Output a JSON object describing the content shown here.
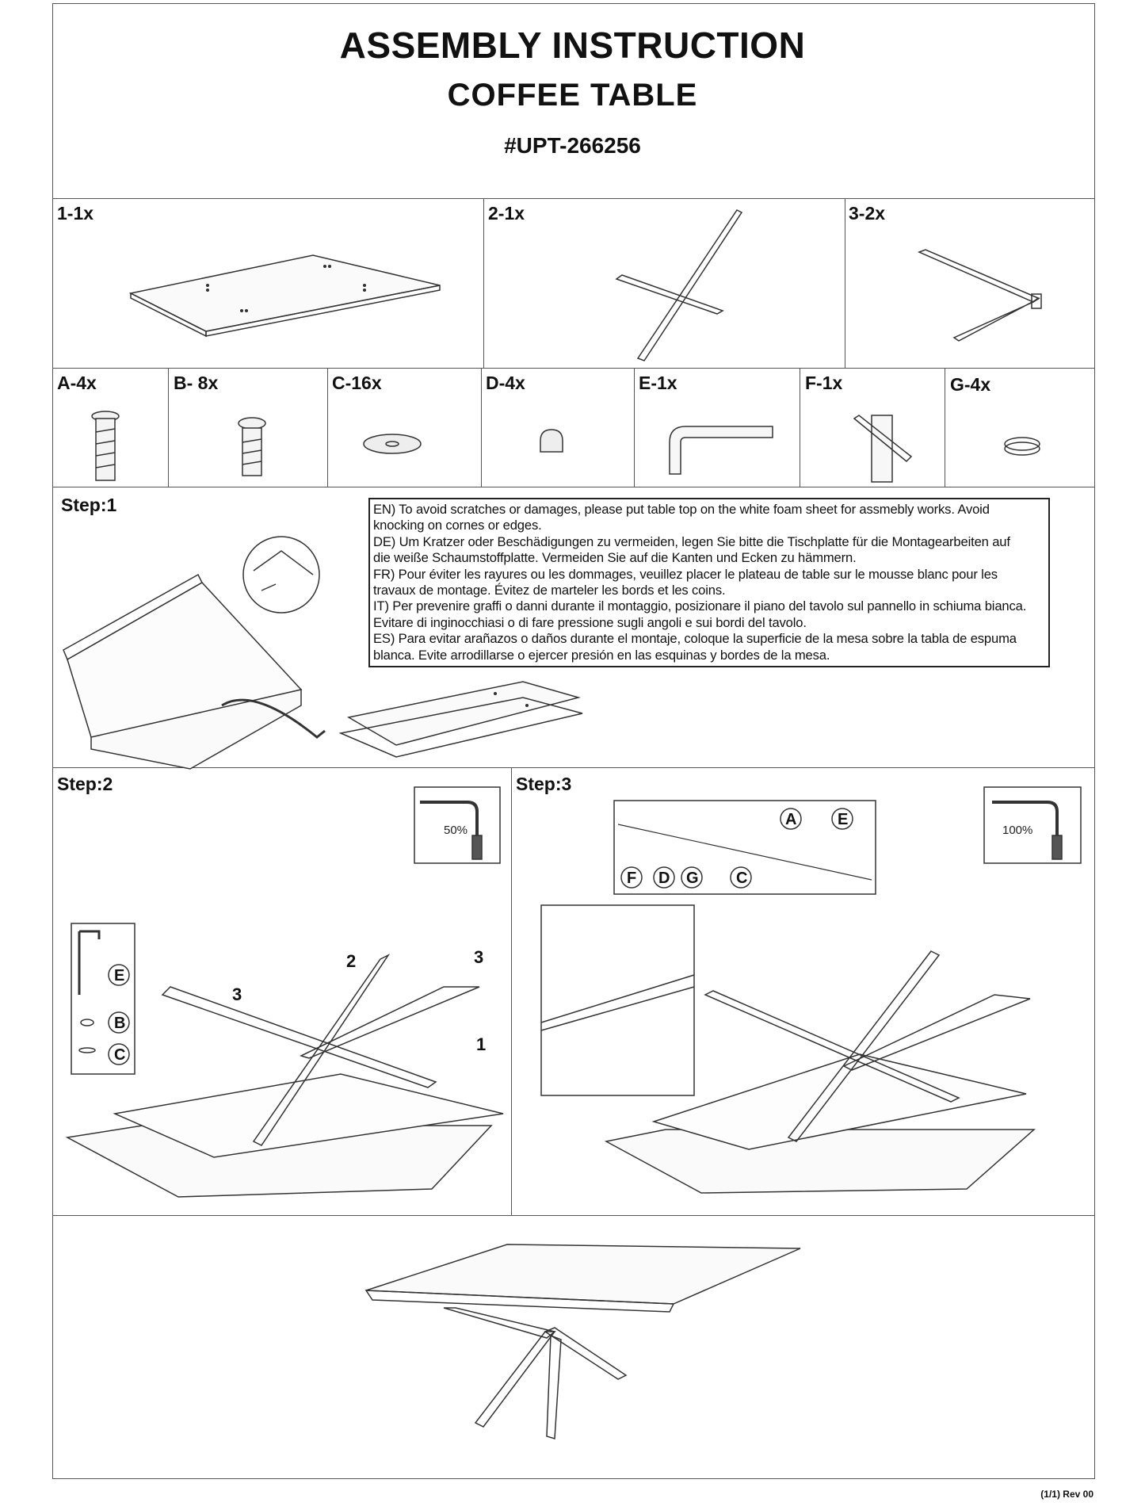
{
  "header": {
    "title": "ASSEMBLY INSTRUCTION",
    "product": "COFFEE  TABLE",
    "model": "#UPT-266256"
  },
  "parts": [
    {
      "label": "1-1x",
      "icon": "table-top-icon"
    },
    {
      "label": "2-1x",
      "icon": "cross-leg-frame-icon"
    },
    {
      "label": "3-2x",
      "icon": "side-bar-icon"
    }
  ],
  "hardware": [
    {
      "label": "A-4x",
      "icon": "long-bolt-icon"
    },
    {
      "label": "B- 8x",
      "icon": "short-bolt-icon"
    },
    {
      "label": "C-16x",
      "icon": "flat-washer-icon"
    },
    {
      "label": "D-4x",
      "icon": "cap-nut-icon"
    },
    {
      "label": "E-1x",
      "icon": "allen-key-icon"
    },
    {
      "label": "F-1x",
      "icon": "wrench-icon"
    },
    {
      "label": "G-4x",
      "icon": "spring-washer-icon"
    }
  ],
  "step1": {
    "label": "Step:1",
    "notes": [
      "EN) To avoid scratches or damages, please put table top on the white foam sheet for assmebly works. Avoid",
      "knocking on cornes or edges.",
      "DE) Um Kratzer oder Beschädigungen zu vermeiden, legen Sie bitte die Tischplatte für die Montagearbeiten auf",
      "die weiße Schaumstoffplatte. Vermeiden Sie auf die Kanten und Ecken zu hämmern.",
      "FR) Pour éviter les rayures ou les dommages, veuillez placer le plateau de table sur le mousse blanc pour les",
      "travaux de montage. Évitez de marteler les bords et les coins.",
      "IT) Per prevenire graffi o danni durante il montaggio, posizionare il piano del tavolo sul pannello in schiuma bianca.",
      "Evitare di inginocchiasi o di fare pressione sugli angoli e sui bordi del tavolo.",
      "ES) Para evitar arañazos o daños durante el montaje, coloque la superficie de la mesa sobre la tabla de espuma",
      "blanca. Evite arrodillarse o ejercer presión en las esquinas y bordes de la mesa."
    ]
  },
  "step2": {
    "label": "Step:2",
    "tighten": "50%",
    "callouts": [
      "E",
      "B",
      "C"
    ],
    "part_numbers": [
      "2",
      "3",
      "3",
      "1"
    ]
  },
  "step3": {
    "label": "Step:3",
    "tighten": "100%",
    "callouts_top": [
      "A",
      "E"
    ],
    "callouts_bottom": [
      "F",
      "D",
      "G",
      "C"
    ]
  },
  "footer": "(1/1) Rev 00"
}
